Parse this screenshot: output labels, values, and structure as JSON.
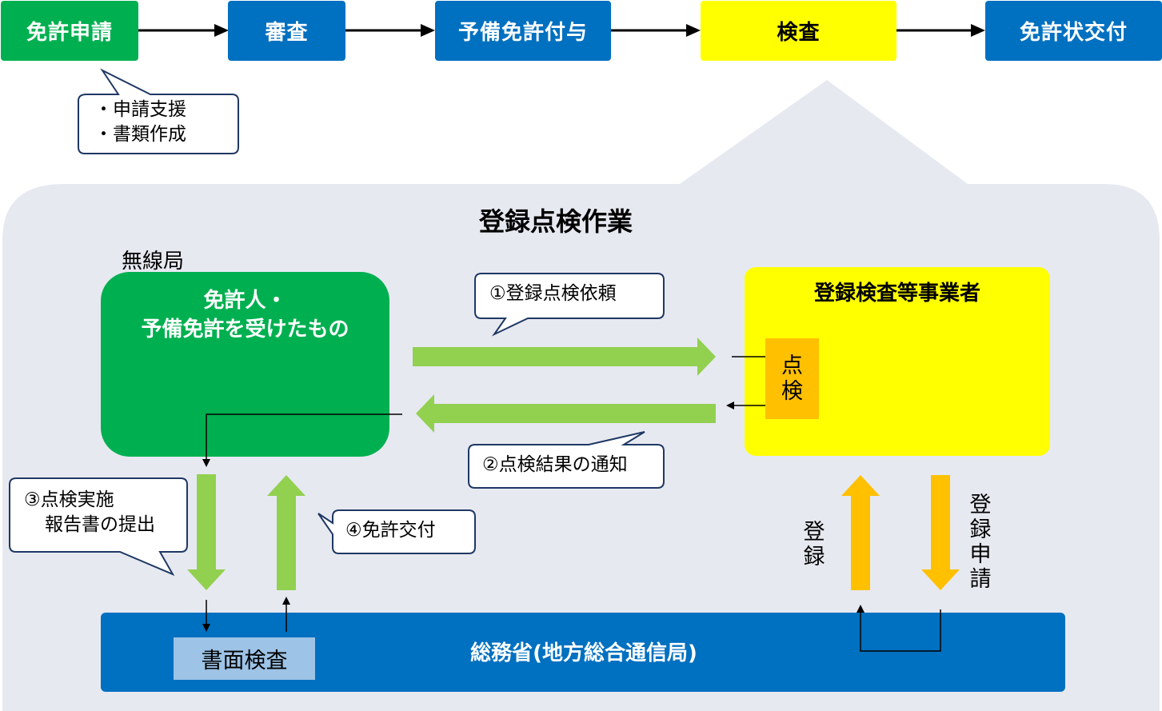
{
  "flow": {
    "steps": [
      "免許申請",
      "審査",
      "予備免許付与",
      "検査",
      "免許状交付"
    ],
    "step_colors": [
      "#00b050",
      "#0070c0",
      "#0070c0",
      "#ffff00",
      "#0070c0"
    ]
  },
  "support_callout": {
    "lines": [
      "・申請支援",
      "・書類作成"
    ]
  },
  "section": {
    "title": "登録点検作業",
    "background": "#e7e9f1"
  },
  "station_label": "無線局",
  "licensee": {
    "line1": "免許人・",
    "line2": "予備免許を受けたもの"
  },
  "inspector": {
    "title": "登録検査等事業者",
    "tenken": [
      "点",
      "検"
    ]
  },
  "callouts": {
    "c1": "①登録点検依頼",
    "c2": "②点検結果の通知",
    "c3_line1": "③点検実施",
    "c3_line2": "報告書の提出",
    "c4": "④免許交付"
  },
  "vertical_labels": {
    "registration": [
      "登",
      "録"
    ],
    "registration_application": [
      "登",
      "録",
      "申",
      "請"
    ]
  },
  "ministry": {
    "label": "総務省(地方総合通信局)",
    "document_inspection": "書面検査"
  },
  "colors": {
    "green": "#00b050",
    "blue": "#0070c0",
    "yellow": "#ffff00",
    "light_green_arrow": "#92d050",
    "orange_arrow": "#ffc000",
    "tenken_orange": "#ffc000",
    "light_blue": "#9dc3e6",
    "callout_border": "#1f3864"
  }
}
